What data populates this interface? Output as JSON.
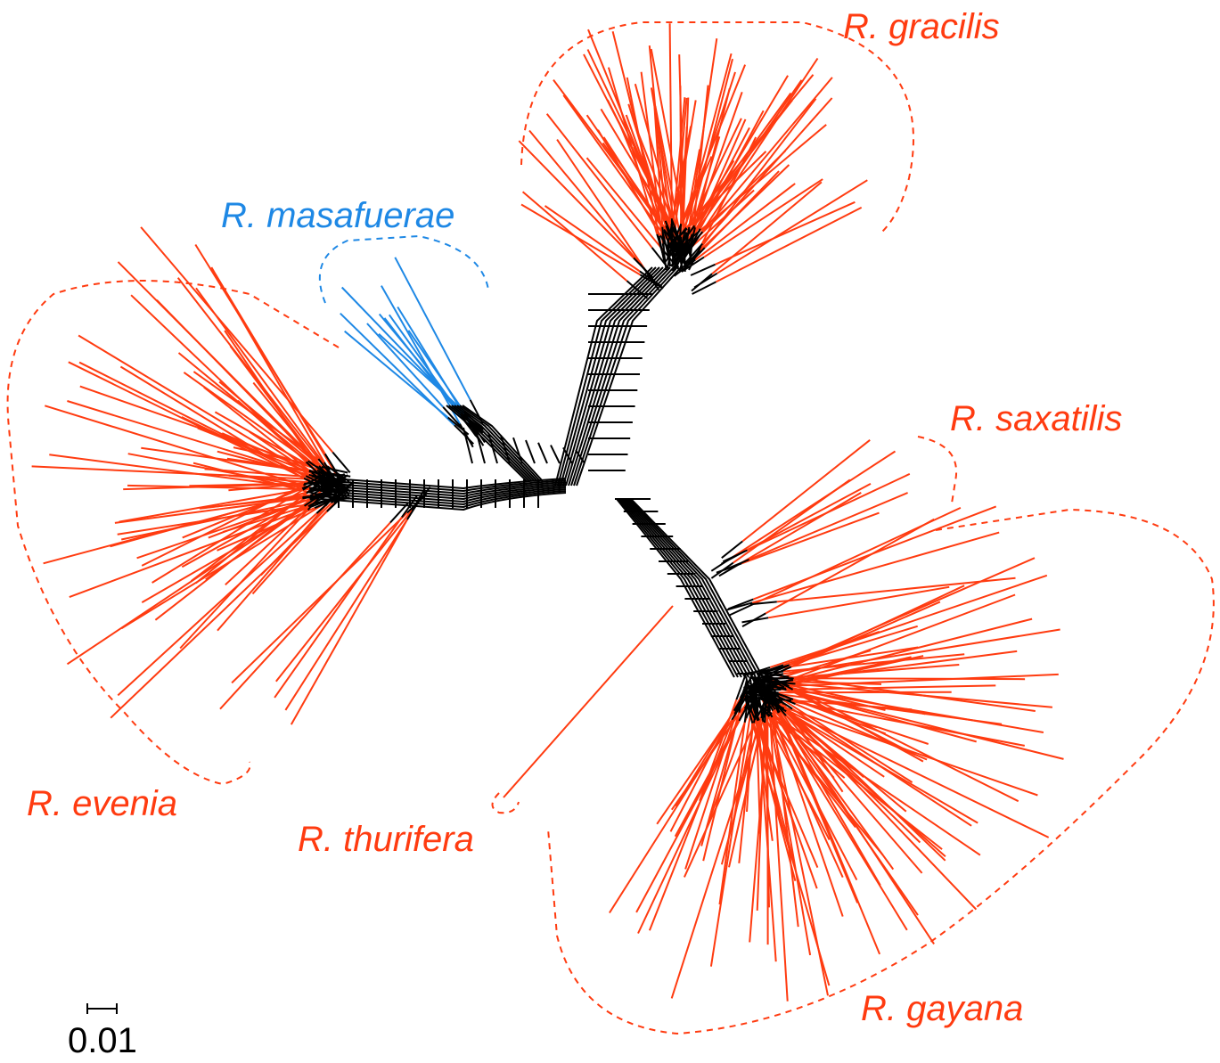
{
  "clades": [
    {
      "id": "gracilis",
      "label": "R. gracilis",
      "color": "#ff3b10"
    },
    {
      "id": "masafuerae",
      "label": "R. masafuerae",
      "color": "#1e88e5"
    },
    {
      "id": "evenia",
      "label": "R. evenia",
      "color": "#ff3b10"
    },
    {
      "id": "saxatilis",
      "label": "R. saxatilis",
      "color": "#ff3b10"
    },
    {
      "id": "thurifera",
      "label": "R. thurifera",
      "color": "#ff3b10"
    },
    {
      "id": "gayana",
      "label": "R. gayana",
      "color": "#ff3b10"
    }
  ],
  "scale_bar": {
    "label": "0.01"
  },
  "colors": {
    "network": "#000000",
    "red": "#ff3b10",
    "blue": "#1e88e5"
  }
}
